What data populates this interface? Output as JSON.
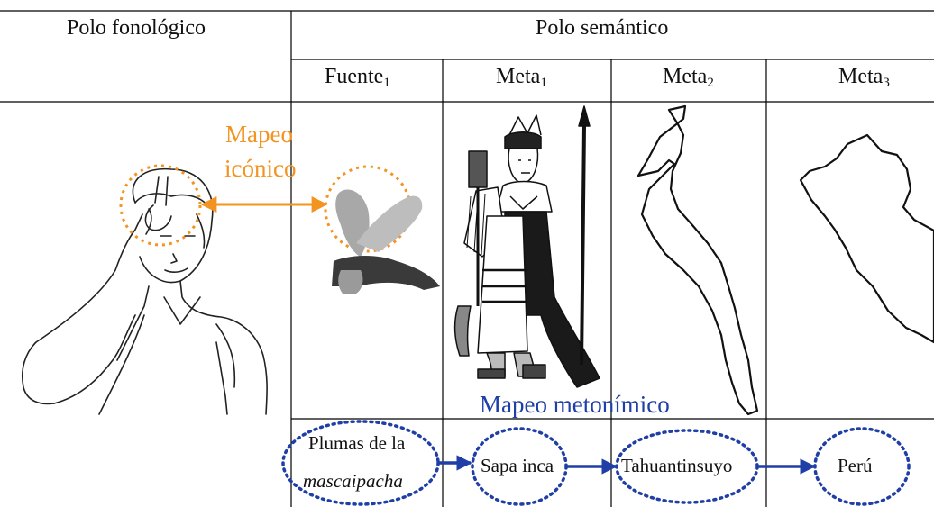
{
  "headers": {
    "phonological_pole": "Polo fonológico",
    "semantic_pole": "Polo semántico",
    "source1": {
      "base": "Fuente",
      "sub": "1"
    },
    "target1": {
      "base": "Meta",
      "sub": "1"
    },
    "target2": {
      "base": "Meta",
      "sub": "2"
    },
    "target3": {
      "base": "Meta",
      "sub": "3"
    }
  },
  "mappings": {
    "iconic_line1": "Mapeo",
    "iconic_line2": "icónico",
    "metonymic": "Mapeo metonímico"
  },
  "chain": {
    "source_line1": "Plumas de la",
    "source_line2": "mascaipacha",
    "target1": "Sapa inca",
    "target2": "Tahuantinsuyo",
    "target3": "Perú"
  },
  "colors": {
    "iconic": "#f39320",
    "metonymic": "#1f3fa6",
    "rule": "#000000"
  },
  "icons": [
    "signer-drawing",
    "mascaipacha-feathers",
    "sapa-inca-figure",
    "tahuantinsuyo-map",
    "peru-map"
  ]
}
